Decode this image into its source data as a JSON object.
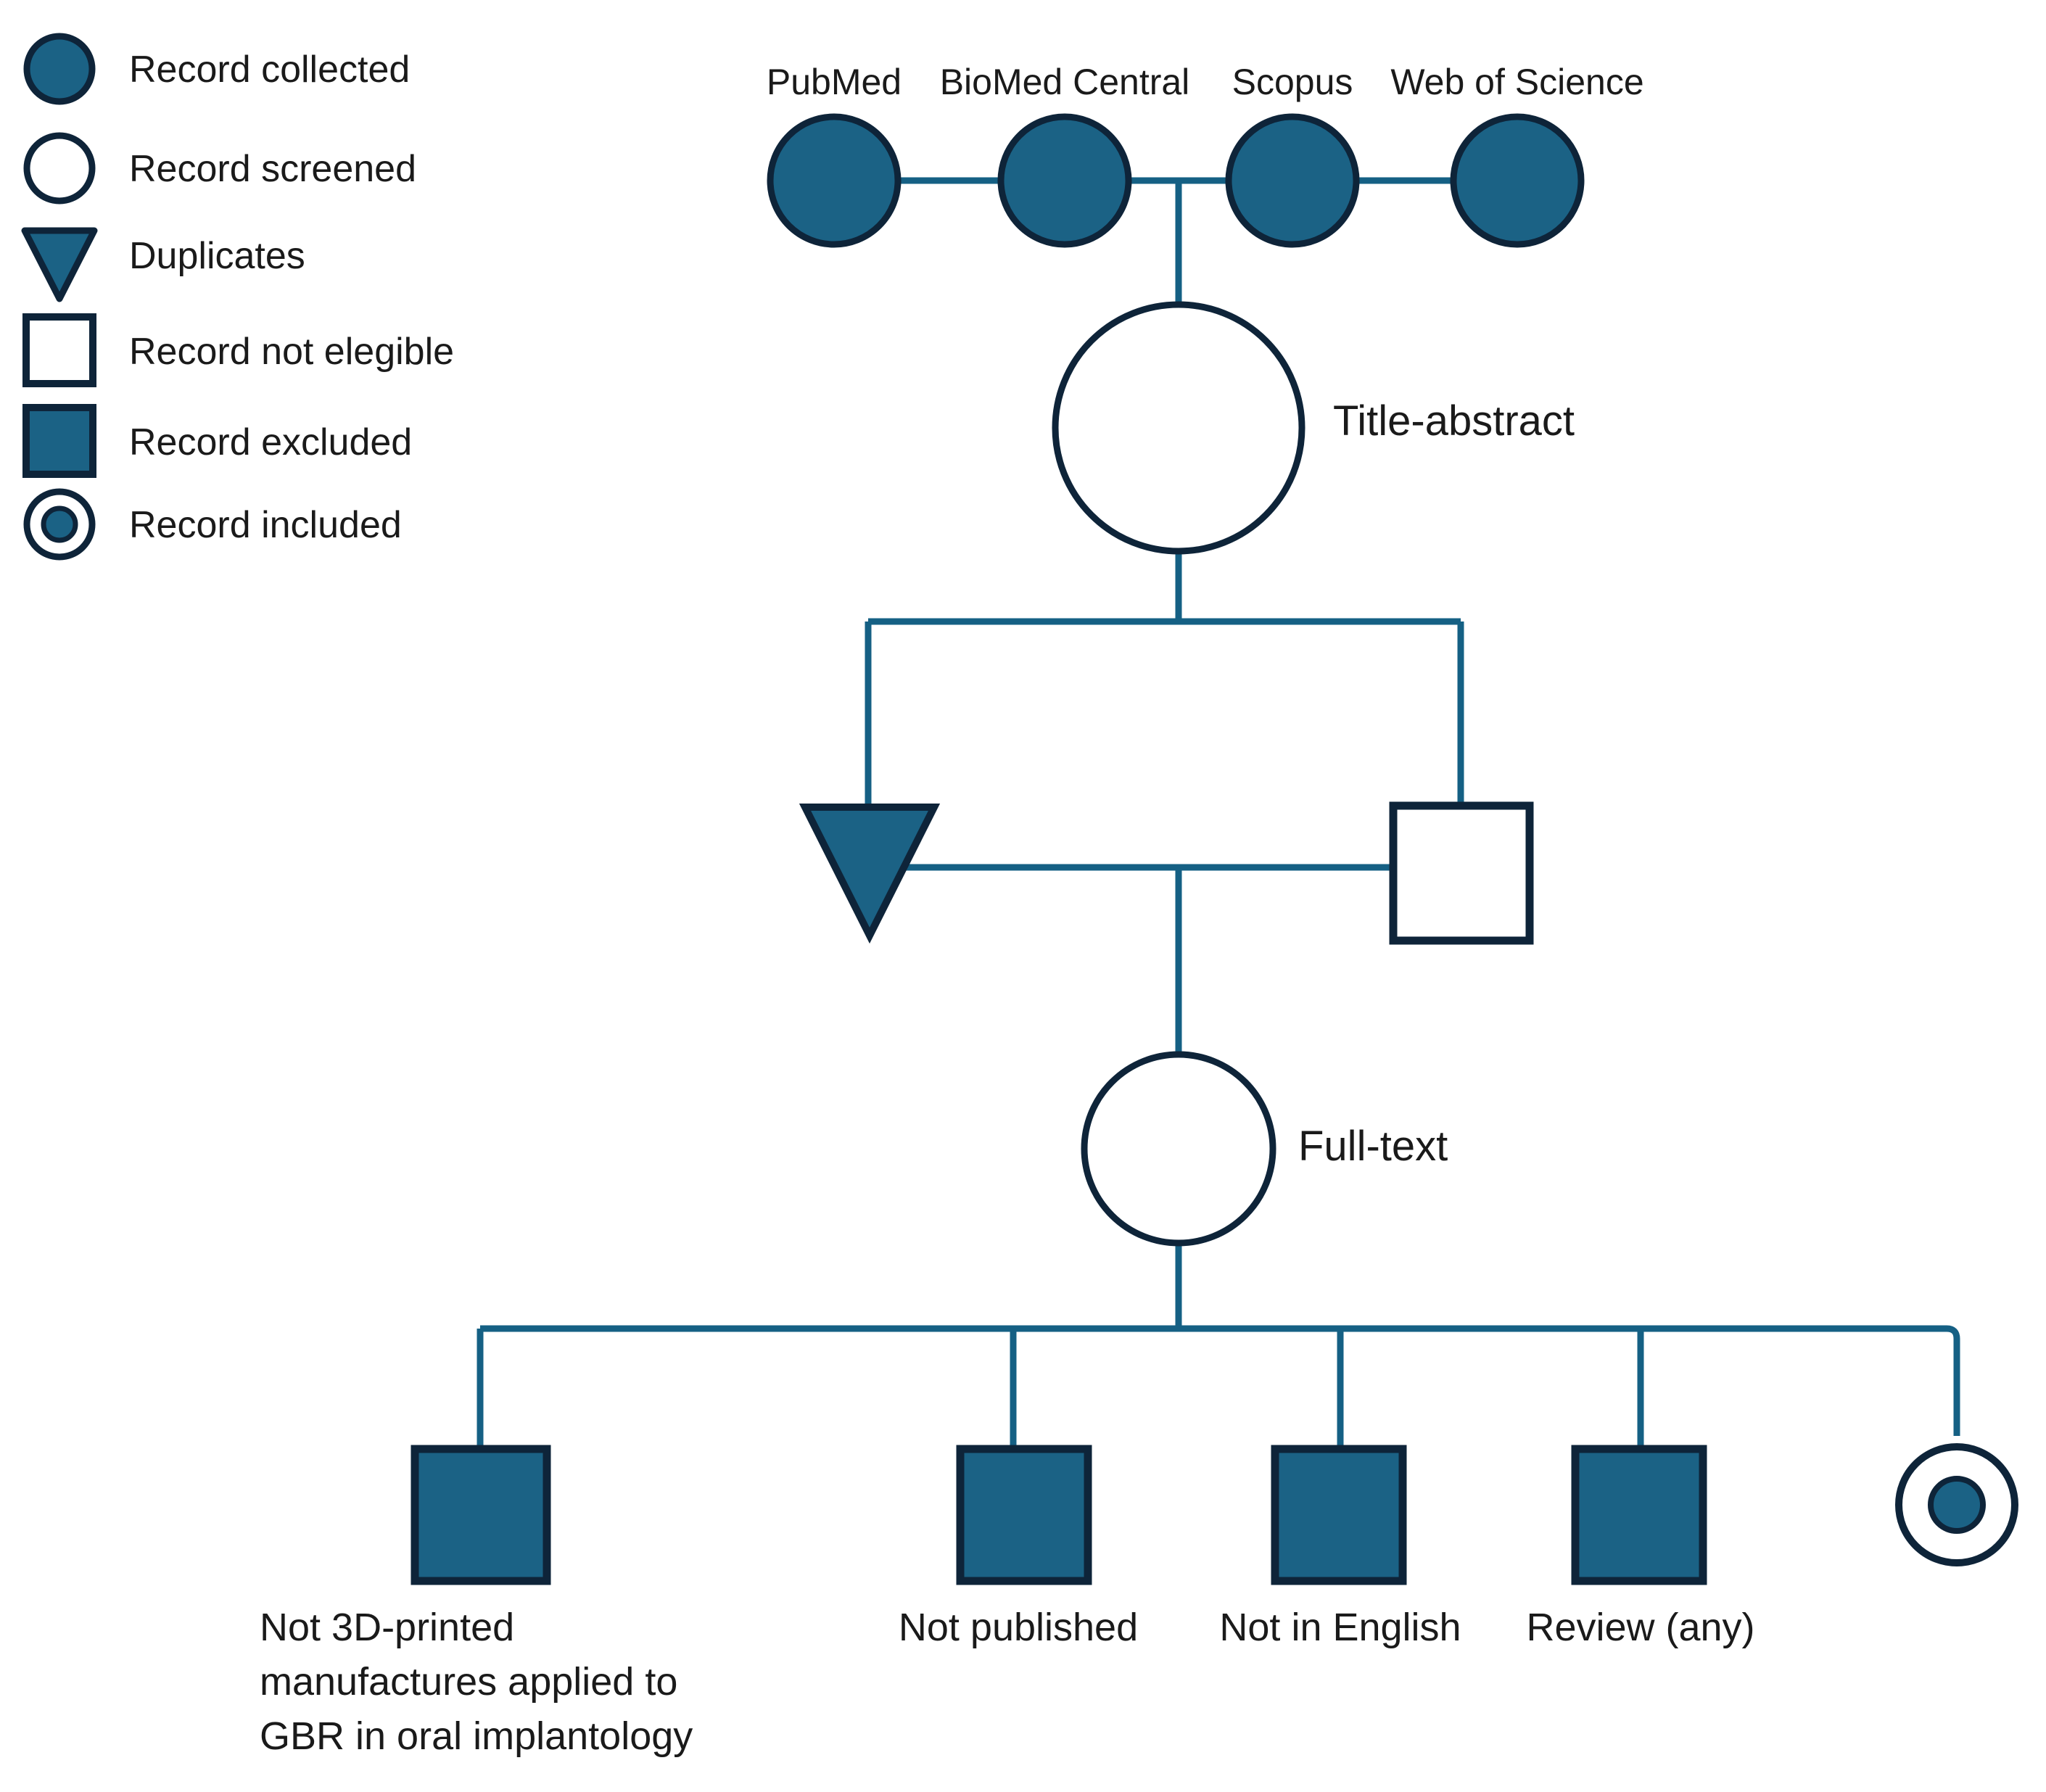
{
  "colors": {
    "fill": "#1b6285",
    "stroke": "#0e2439",
    "connector": "#156084",
    "text": "#1a1a1a",
    "background": "#ffffff"
  },
  "legend": {
    "items": [
      {
        "icon": "filled-circle-icon",
        "label": "Record collected"
      },
      {
        "icon": "open-circle-icon",
        "label": "Record screened"
      },
      {
        "icon": "down-triangle-icon",
        "label": "Duplicates"
      },
      {
        "icon": "open-square-icon",
        "label": "Record not elegible"
      },
      {
        "icon": "filled-square-icon",
        "label": "Record excluded"
      },
      {
        "icon": "double-circle-icon",
        "label": "Record included"
      }
    ]
  },
  "sources": {
    "items": [
      {
        "label": "PubMed"
      },
      {
        "label": "BioMed Central"
      },
      {
        "label": "Scopus"
      },
      {
        "label": "Web of Science"
      }
    ]
  },
  "stages": {
    "title_abstract": "Title-abstract",
    "full_text": "Full-text"
  },
  "screening_outcomes": {
    "duplicates": "Duplicates",
    "not_eligible": "Record not elegible"
  },
  "exclusions": {
    "items": [
      {
        "label_lines": [
          "Not 3D-printed",
          "manufactures applied to",
          "GBR in oral implantology"
        ],
        "label": "Not 3D-printed manufactures applied to GBR in oral implantology"
      },
      {
        "label_lines": [
          "Not published"
        ],
        "label": "Not published"
      },
      {
        "label_lines": [
          "Not in English"
        ],
        "label": "Not in English"
      },
      {
        "label_lines": [
          "Review (any)"
        ],
        "label": "Review (any)"
      }
    ]
  },
  "included": {
    "label": "Record included"
  },
  "exclusion_line_1a": "Not 3D-printed",
  "exclusion_line_1b": "manufactures applied to",
  "exclusion_line_1c": "GBR in oral implantology"
}
